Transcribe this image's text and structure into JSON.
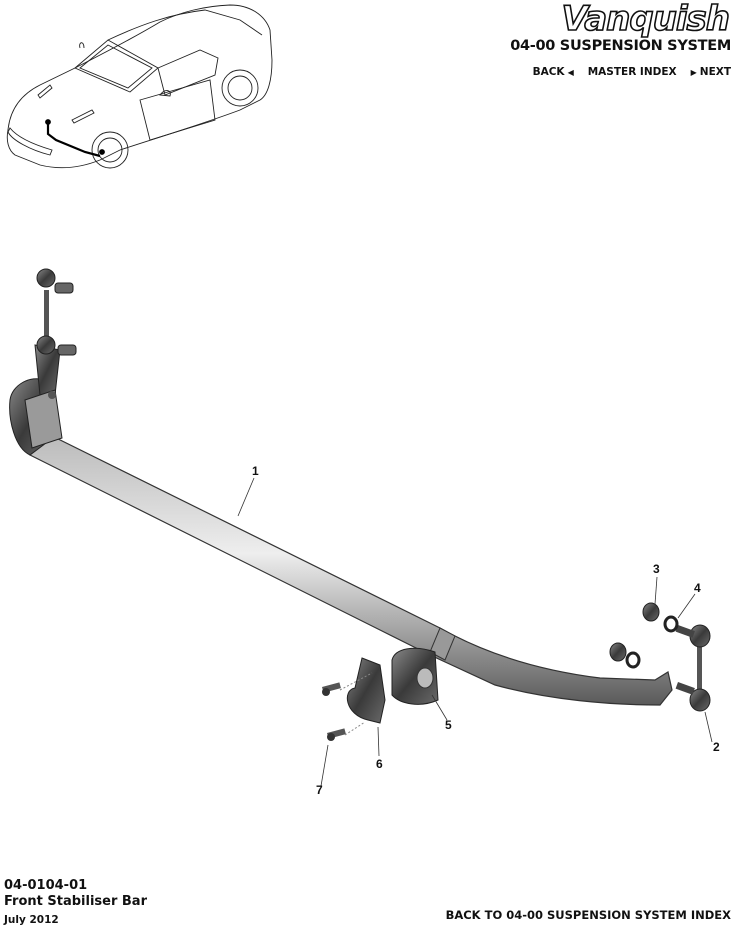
{
  "header": {
    "brand": "Vanquish",
    "section_title": "04-00 SUSPENSION SYSTEM",
    "nav": {
      "back_label": "BACK",
      "back_icon": "triangle-left-icon",
      "master_index_label": "MASTER INDEX",
      "next_label": "NEXT",
      "next_icon": "triangle-right-icon"
    }
  },
  "locator": {
    "description": "Vehicle locator view highlighting front stabiliser bar position"
  },
  "diagram": {
    "callouts": [
      {
        "number": "1",
        "part": "stabiliser-bar"
      },
      {
        "number": "2",
        "part": "drop-link"
      },
      {
        "number": "3",
        "part": "nut"
      },
      {
        "number": "4",
        "part": "washer"
      },
      {
        "number": "5",
        "part": "bush"
      },
      {
        "number": "6",
        "part": "clamp-bracket"
      },
      {
        "number": "7",
        "part": "bolt"
      }
    ]
  },
  "footer": {
    "part_number": "04-0104-01",
    "part_name": "Front Stabiliser Bar",
    "date": "July 2012",
    "back_link_label": "BACK TO 04-00 SUSPENSION SYSTEM INDEX"
  }
}
